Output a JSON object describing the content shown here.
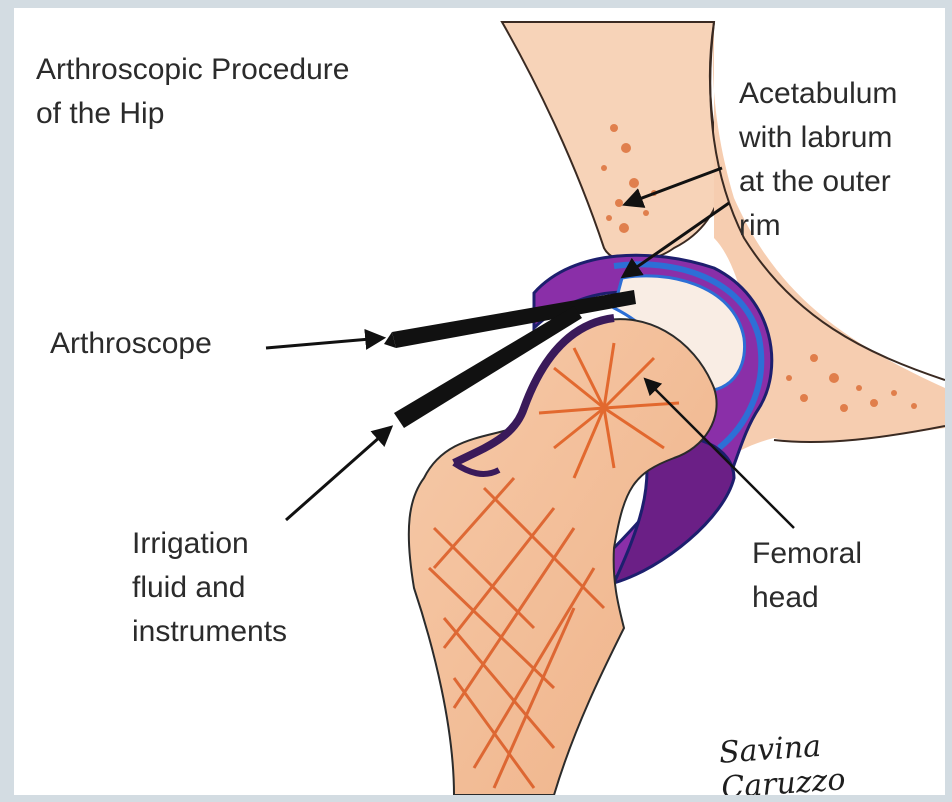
{
  "title": "Arthroscopic Procedure\nof the Hip",
  "labels": {
    "acetabulum": "Acetabulum\nwith labrum\nat the outer\nrim",
    "arthroscope": "Arthroscope",
    "irrigation": "Irrigation\nfluid and\ninstruments",
    "femoral_head": "Femoral\nhead"
  },
  "signature": "Savina Caruzzo",
  "colors": {
    "bone": "#f4c9a8",
    "bone_streak": "#e05a1c",
    "cartilage_blue": "#2d6fd6",
    "capsule_purple": "#7a2b9c",
    "instrument": "#111111"
  }
}
